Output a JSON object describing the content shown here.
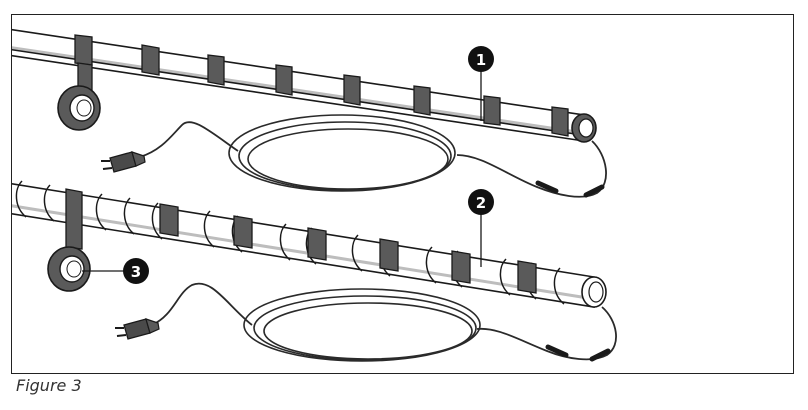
{
  "figure": {
    "caption": "Figure 3",
    "callouts": [
      {
        "number": "1"
      },
      {
        "number": "2"
      },
      {
        "number": "3"
      }
    ]
  },
  "colors": {
    "outline": "#1a1a1a",
    "tape": "#5a5a5a",
    "pipe_fill": "#ffffff",
    "pipe_shade": "#e6e6e6",
    "callout_fill": "#111111",
    "cable": "#2a2a2a"
  }
}
